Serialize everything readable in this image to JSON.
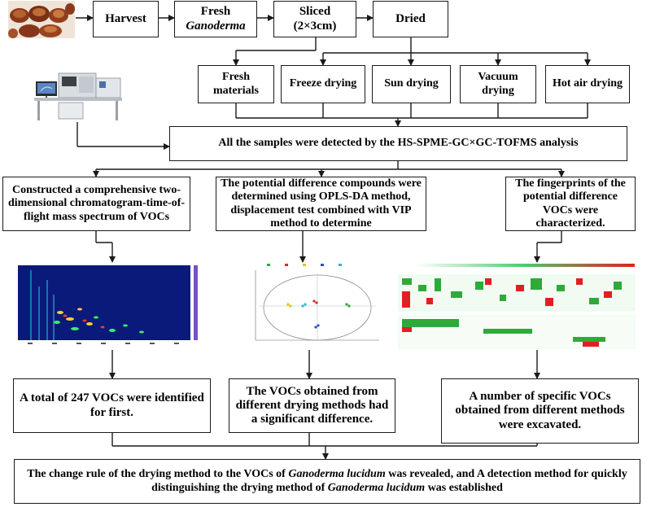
{
  "row1": {
    "harvest": "Harvest",
    "fresh_line1": "Fresh",
    "fresh_line2": "Ganoderma",
    "sliced_line1": "Sliced",
    "sliced_line2": "(2×3cm)",
    "dried": "Dried"
  },
  "methods": {
    "fresh_materials_line1": "Fresh",
    "fresh_materials_line2": "materials",
    "freeze": "Freeze drying",
    "sun": "Sun drying",
    "vacuum_line1": "Vacuum",
    "vacuum_line2": "drying",
    "hot_air": "Hot air drying"
  },
  "analysis": "All the samples were detected by the HS-SPME-GC×GC-TOFMS analysis",
  "steps": {
    "left": "Constructed a comprehensive two-dimensional chromatogram-time-of-flight mass spectrum of VOCs",
    "middle": "The potential difference compounds were determined  using OPLS-DA method, displacement test combined with VIP method to determine",
    "right": "The fingerprints of the potential difference VOCs were characterized."
  },
  "results": {
    "left": "A total of 247 VOCs  were identified for first.",
    "middle": "The VOCs  obtained from different drying methods had a significant difference.",
    "right": "A number of specific VOCs obtained from different methods were excavated."
  },
  "conclusion": {
    "part1": "The change rule of the drying method to the VOCs of ",
    "italic1": "Ganoderma lucidum",
    "part2": " was revealed, and A detection method for quickly distinguishing the drying method of ",
    "italic2": "Ganoderma lucidum",
    "part3": " was established"
  }
}
